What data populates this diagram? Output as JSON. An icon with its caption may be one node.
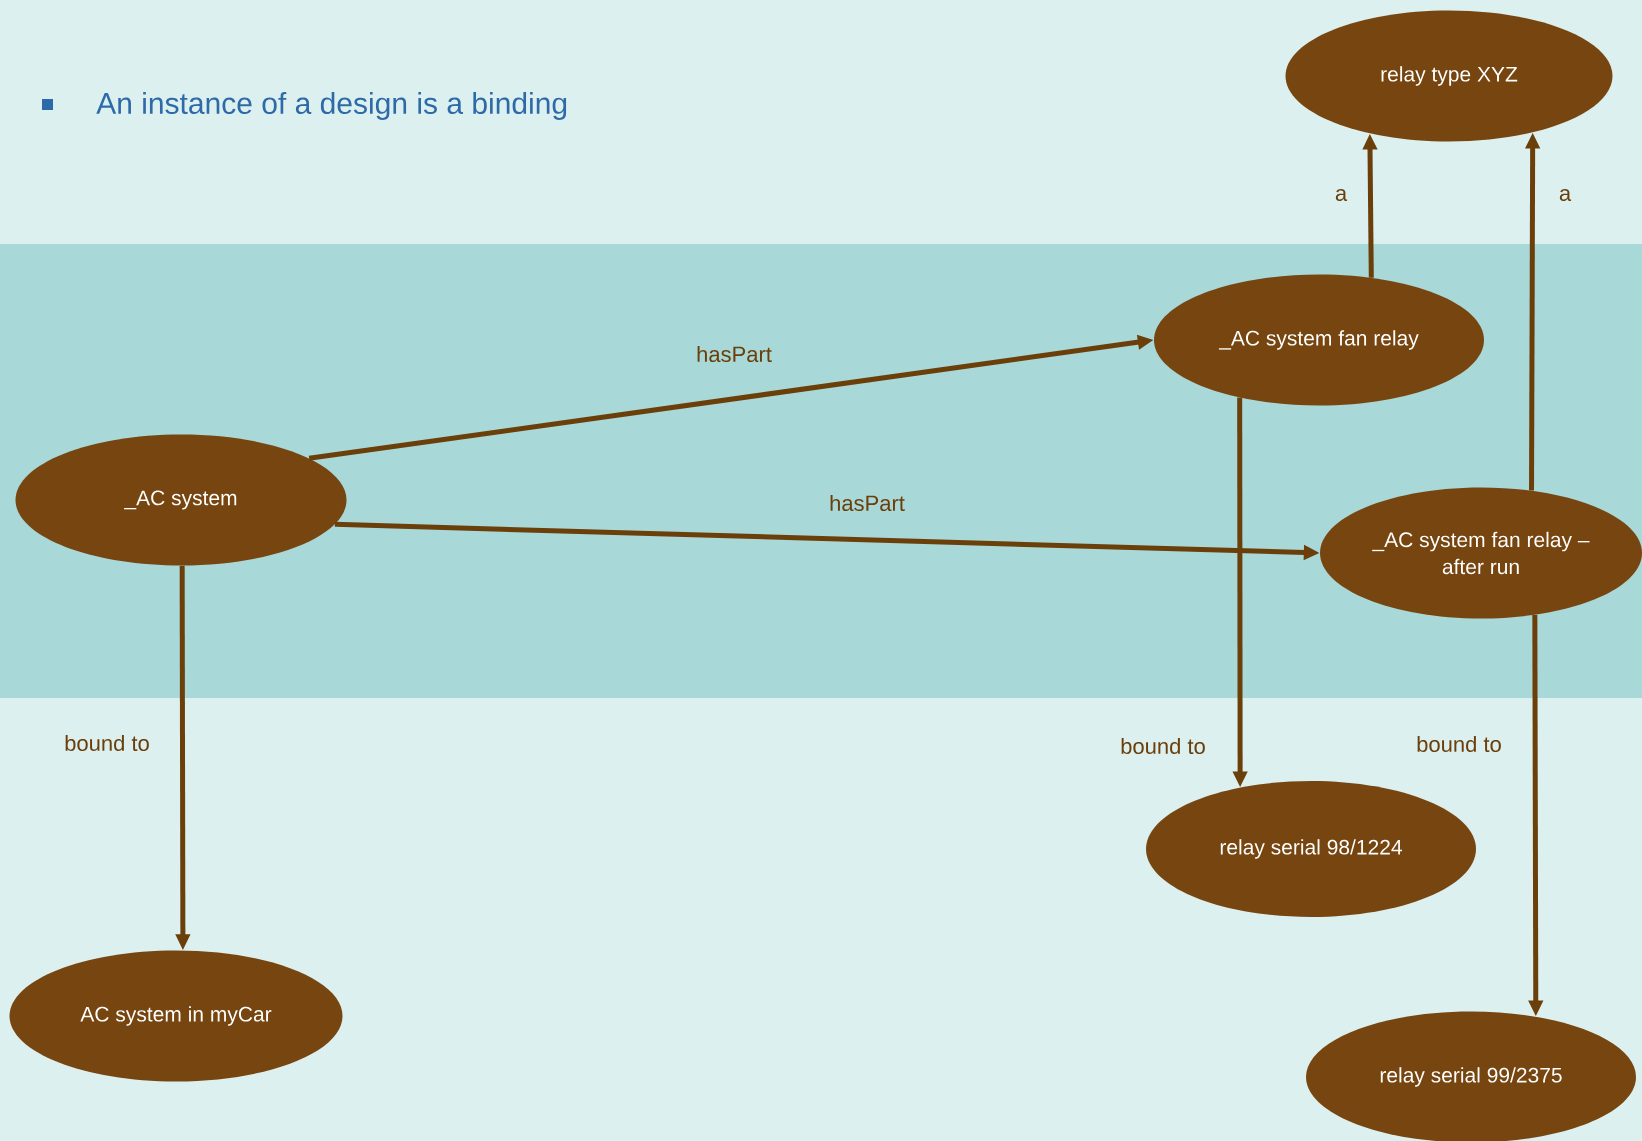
{
  "diagram": {
    "title": "An instance of a design is a binding",
    "nodes": [
      {
        "text": [
          "relay type XYZ"
        ]
      },
      {
        "text": [
          "_AC system fan relay"
        ]
      },
      {
        "text": [
          "_AC system"
        ]
      },
      {
        "text": [
          "_AC system fan relay – after run"
        ]
      },
      {
        "text": [
          "relay serial 98/1224"
        ]
      },
      {
        "text": [
          "AC system in myCar"
        ]
      },
      {
        "text": [
          "relay serial 99/2375"
        ]
      }
    ],
    "edges": [
      {
        "from": 1,
        "to": 0,
        "arrow": "to",
        "label": "a"
      },
      {
        "from": 3,
        "to": 0,
        "arrow": "to",
        "label": "a"
      },
      {
        "from": 2,
        "to": 1,
        "arrow": "to",
        "label": "hasPart"
      },
      {
        "from": 2,
        "to": 3,
        "arrow": "to",
        "label": "hasPart"
      },
      {
        "from": 2,
        "to": 5,
        "arrow": "to",
        "label": "bound to"
      },
      {
        "from": 1,
        "to": 4,
        "arrow": "to",
        "label": "bound to"
      },
      {
        "from": 3,
        "to": 6,
        "arrow": "to",
        "label": "bound to"
      }
    ]
  }
}
